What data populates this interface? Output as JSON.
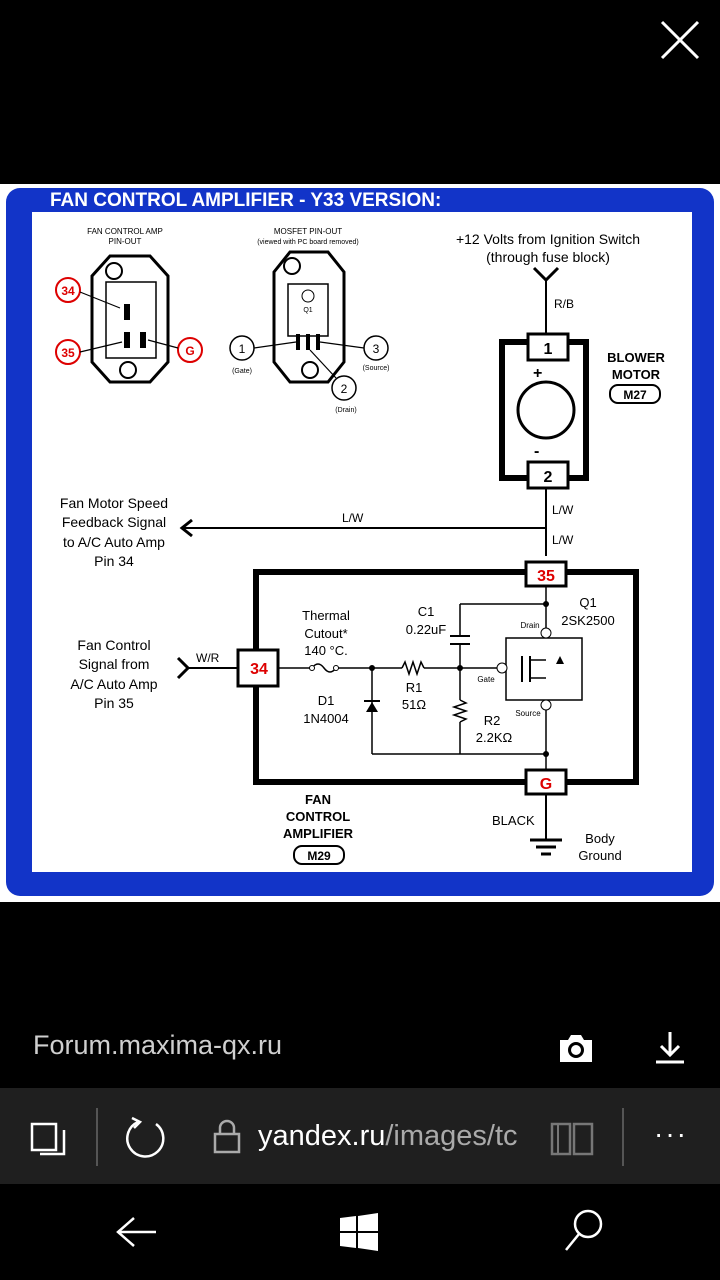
{
  "viewer": {
    "close_icon": "close-icon"
  },
  "diagram": {
    "title": "FAN CONTROL AMPLIFIER - Y33   VERSION:",
    "amp_pinout_label_1": "FAN CONTROL AMP",
    "amp_pinout_label_2": "PIN-OUT",
    "mosfet_pinout_label_1": "MOSFET PIN-OUT",
    "mosfet_pinout_label_2": "(viewed with PC board removed)",
    "pin_34": "34",
    "pin_35": "35",
    "pin_g": "G",
    "mos_pin_1": "1",
    "mos_pin_2": "2",
    "mos_pin_3": "3",
    "mos_q1": "Q1",
    "gate_small": "(Gate)",
    "drain_small": "(Drain)",
    "source_small": "(Source)",
    "supply_line_1": "+12 Volts from Ignition Switch",
    "supply_line_2": "(through fuse block)",
    "wire_rb": "R/B",
    "blower_1": "BLOWER",
    "blower_2": "MOTOR",
    "blower_ref": "M27",
    "motor_pin_1": "1",
    "motor_pin_2": "2",
    "motor_plus": "+",
    "motor_minus": "-",
    "wire_lw_1": "L/W",
    "wire_lw_2": "L/W",
    "wire_lw_3": "L/W",
    "feedback_1": "Fan Motor Speed",
    "feedback_2": "Feedback Signal",
    "feedback_3": "to A/C Auto Amp",
    "feedback_4": "Pin 34",
    "control_1": "Fan Control",
    "control_2": "Signal from",
    "control_3": "A/C Auto Amp",
    "control_4": "Pin 35",
    "wire_wr": "W/R",
    "thermal_1": "Thermal",
    "thermal_2": "Cutout*",
    "thermal_3": "140 °C.",
    "c1_1": "C1",
    "c1_2": "0.22uF",
    "q1_1": "Q1",
    "q1_2": "2SK2500",
    "drain": "Drain",
    "gate": "Gate",
    "source": "Source",
    "d1_1": "D1",
    "d1_2": "1N4004",
    "r1_1": "R1",
    "r1_2": "51Ω",
    "r2_1": "R2",
    "r2_2": "2.2KΩ",
    "fan_amp_1": "FAN",
    "fan_amp_2": "CONTROL",
    "fan_amp_3": "AMPLIFIER",
    "fan_amp_ref": "M29",
    "wire_black": "BLACK",
    "ground_1": "Body",
    "ground_2": "Ground"
  },
  "source": {
    "site": "Forum.maxima-qx.ru",
    "camera_icon": "camera-icon",
    "download_icon": "download-icon"
  },
  "address_bar": {
    "url_host": "yandex.ru",
    "url_path": "/images/tc",
    "tabs_icon": "tabs-icon",
    "refresh_icon": "refresh-icon",
    "lock_icon": "lock-icon",
    "reading_icon": "reading-view-icon",
    "more_label": "···"
  },
  "nav_bar": {
    "back_icon": "back-arrow-icon",
    "start_icon": "windows-start-icon",
    "search_icon": "search-icon"
  }
}
